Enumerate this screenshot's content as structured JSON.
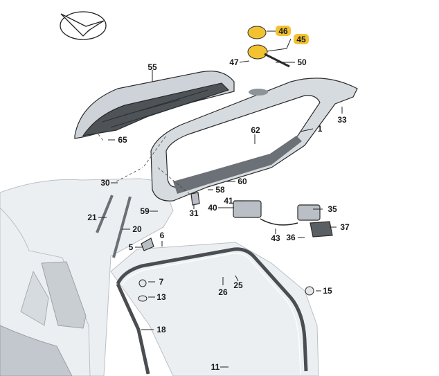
{
  "diagram": {
    "callouts": [
      {
        "id": "c46",
        "text": "46",
        "highlight": true
      },
      {
        "id": "c45",
        "text": "45",
        "highlight": true
      },
      {
        "id": "c47",
        "text": "47"
      },
      {
        "id": "c50",
        "text": "50"
      },
      {
        "id": "c55",
        "text": "55"
      },
      {
        "id": "c33",
        "text": "33"
      },
      {
        "id": "c1",
        "text": "1"
      },
      {
        "id": "c62",
        "text": "62"
      },
      {
        "id": "c65",
        "text": "65"
      },
      {
        "id": "c30",
        "text": "30"
      },
      {
        "id": "c58",
        "text": "58"
      },
      {
        "id": "c60",
        "text": "60"
      },
      {
        "id": "c41",
        "text": "41"
      },
      {
        "id": "c40",
        "text": "40"
      },
      {
        "id": "c35",
        "text": "35"
      },
      {
        "id": "c59",
        "text": "59"
      },
      {
        "id": "c31",
        "text": "31"
      },
      {
        "id": "c21",
        "text": "21"
      },
      {
        "id": "c20",
        "text": "20"
      },
      {
        "id": "c37",
        "text": "37"
      },
      {
        "id": "c43",
        "text": "43"
      },
      {
        "id": "c36",
        "text": "36"
      },
      {
        "id": "c6",
        "text": "6"
      },
      {
        "id": "c5",
        "text": "5"
      },
      {
        "id": "c7",
        "text": "7"
      },
      {
        "id": "c25",
        "text": "25"
      },
      {
        "id": "c26",
        "text": "26"
      },
      {
        "id": "c15",
        "text": "15"
      },
      {
        "id": "c13",
        "text": "13"
      },
      {
        "id": "c18",
        "text": "18"
      },
      {
        "id": "c11",
        "text": "11"
      }
    ],
    "colors": {
      "highlight": "#f2c230",
      "panel": "#d8dde1",
      "panel_dark": "#8f979e",
      "seal": "#4a4e52",
      "car": "#e8ebee"
    }
  }
}
